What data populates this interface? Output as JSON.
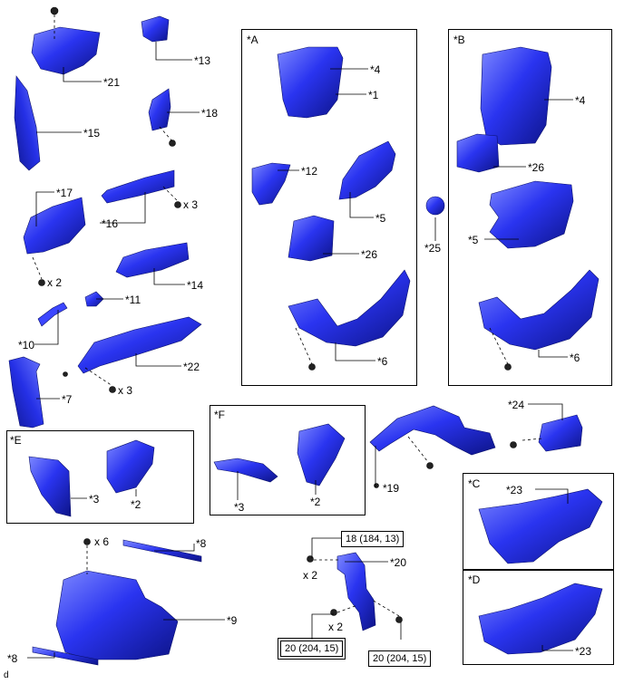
{
  "colors": {
    "part_fill": "#2a34f0",
    "part_light": "#6f7bff",
    "part_dark": "#0d1488",
    "line": "#000000"
  },
  "groups": {
    "A": "*A",
    "B": "*B",
    "C": "*C",
    "D": "*D",
    "E": "*E",
    "F": "*F"
  },
  "labels": {
    "p21": "*21",
    "p13": "*13",
    "p15": "*15",
    "p18": "*18",
    "p17": "*17",
    "p16": "*16",
    "p16_qty": "x 3",
    "p14": "*14",
    "p17_qty": "x 2",
    "p11": "*11",
    "p10": "*10",
    "p22": "*22",
    "p22_qty": "x 3",
    "p7": "*7",
    "a4": "*4",
    "a1": "*1",
    "a12": "*12",
    "a5": "*5",
    "a26": "*26",
    "a6": "*6",
    "p25": "*25",
    "b4": "*4",
    "b26": "*26",
    "b5": "*5",
    "b6": "*6",
    "e3": "*3",
    "e2": "*2",
    "f3": "*3",
    "f2": "*2",
    "p19": "*19",
    "p24": "*24",
    "c23": "*23",
    "d23": "*23",
    "p8_top": "*8",
    "p8_bottom": "*8",
    "p9": "*9",
    "p9_qty": "x 6",
    "p20": "*20",
    "p20_qty_top": "x 2",
    "p20_qty_bottom": "x 2",
    "corner": "d"
  },
  "torques": {
    "t1": "18 (184, 13)",
    "t2": "20 (204, 15)",
    "t3": "20 (204, 15)"
  }
}
